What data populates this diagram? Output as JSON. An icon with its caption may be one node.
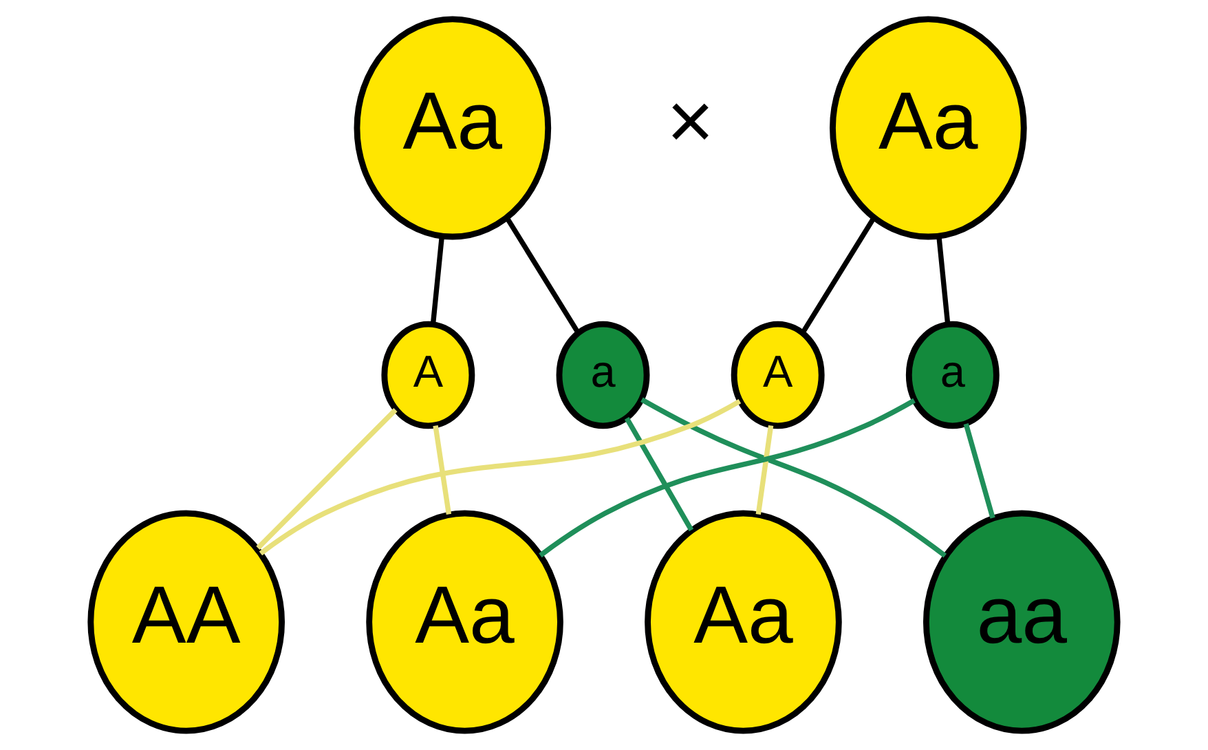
{
  "diagram": {
    "nodes": [
      {
        "text": [
          "Aa"
        ]
      },
      {
        "text": [
          "Aa"
        ]
      },
      {
        "text": [
          "A"
        ]
      },
      {
        "text": [
          "a"
        ]
      },
      {
        "text": [
          "A"
        ]
      },
      {
        "text": [
          "a"
        ]
      },
      {
        "text": [
          "AA"
        ]
      },
      {
        "text": [
          "Aa"
        ]
      },
      {
        "text": [
          "Aa"
        ]
      },
      {
        "text": [
          "aa"
        ]
      }
    ],
    "edges": [
      {
        "from": 0,
        "to": 2,
        "arrow": "none"
      },
      {
        "from": 0,
        "to": 3,
        "arrow": "none"
      },
      {
        "from": 1,
        "to": 4,
        "arrow": "none"
      },
      {
        "from": 1,
        "to": 5,
        "arrow": "none"
      },
      {
        "from": 2,
        "to": 6,
        "arrow": "none",
        "color": "#e8e07a"
      },
      {
        "from": 2,
        "to": 7,
        "arrow": "none",
        "color": "#e8e07a"
      },
      {
        "from": 4,
        "to": 6,
        "arrow": "none",
        "color": "#e8e07a"
      },
      {
        "from": 4,
        "to": 8,
        "arrow": "none",
        "color": "#e8e07a"
      },
      {
        "from": 3,
        "to": 8,
        "arrow": "none",
        "color": "#1f8f5a"
      },
      {
        "from": 3,
        "to": 9,
        "arrow": "none",
        "color": "#1f8f5a"
      },
      {
        "from": 5,
        "to": 7,
        "arrow": "none",
        "color": "#1f8f5a"
      },
      {
        "from": 5,
        "to": 9,
        "arrow": "none",
        "color": "#1f8f5a"
      }
    ],
    "labels": [
      "×"
    ]
  }
}
